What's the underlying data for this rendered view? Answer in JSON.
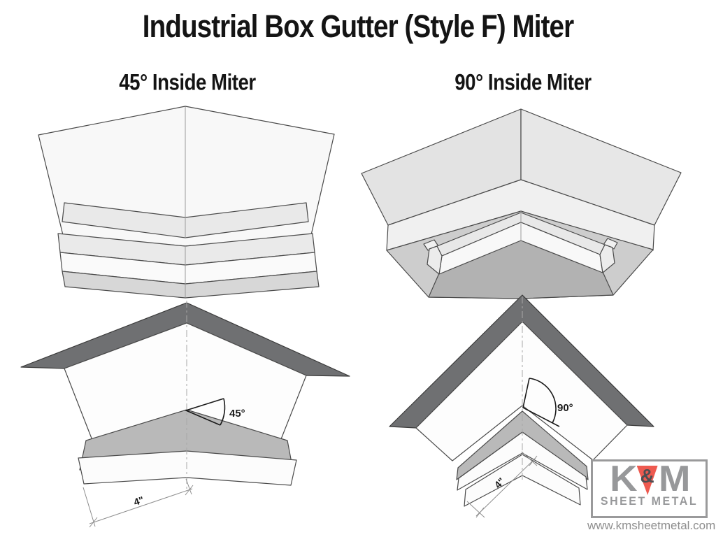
{
  "page": {
    "title": "Industrial Box Gutter (Style F) Miter"
  },
  "figures": {
    "left": {
      "heading": "45° Inside Miter",
      "angle_label": "45°",
      "dimension_label": "4\""
    },
    "right": {
      "heading": "90° Inside Miter",
      "angle_label": "90°",
      "dimension_label": "4\""
    }
  },
  "logo": {
    "letter_k": "K",
    "ampersand": "&",
    "letter_m": "M",
    "name": "SHEET METAL",
    "website": "www.kmsheetmetal.com",
    "brand_gray": "#97989a",
    "accent_red": "#ee5a50"
  },
  "colors": {
    "panel_white": "#f8f8f8",
    "band_light_gray": "#e9e9e9",
    "band_medium_gray": "#d7d7d7",
    "plan_gray_band": "#b9b9b9",
    "roof_flange_dark": "#6f7072",
    "outline": "#4a4a4a"
  }
}
